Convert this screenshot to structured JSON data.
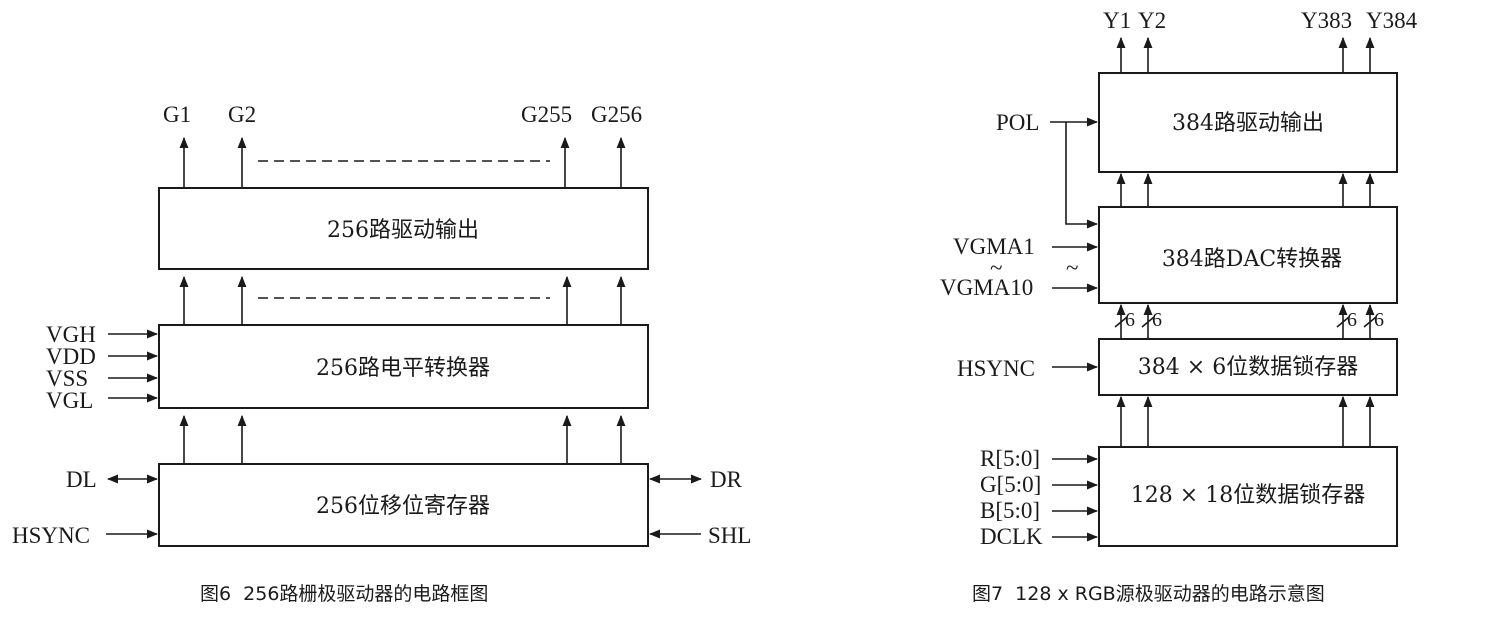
{
  "figure6": {
    "caption": "图6  256路栅极驱动器的电路框图",
    "outputs": [
      "G1",
      "G2",
      "G255",
      "G256"
    ],
    "blocks": {
      "output_driver": "256路驱动输出",
      "level_shifter": "256路电平转换器",
      "shift_register": "256位移位寄存器"
    },
    "supply_inputs": [
      "VGH",
      "VDD",
      "VSS",
      "VGL"
    ],
    "left_signals": [
      "DL",
      "HSYNC"
    ],
    "right_signals": [
      "DR",
      "SHL"
    ]
  },
  "figure7": {
    "caption": "图7  128 x RGB源极驱动器的电路示意图",
    "outputs": [
      "Y1",
      "Y2",
      "Y383",
      "Y384"
    ],
    "blocks": {
      "output_driver": "384路驱动输出",
      "dac": "384路DAC转换器",
      "latch_384": "384 × 6位数据锁存器",
      "latch_128": "128 × 18位数据锁存器"
    },
    "pol": "POL",
    "vgma_top": "VGMA1",
    "vgma_bottom": "VGMA10",
    "tilde": "~",
    "bus_width": "6",
    "hsync": "HSYNC",
    "data_inputs": [
      "R[5:0]",
      "G[5:0]",
      "B[5:0]",
      "DCLK"
    ]
  }
}
